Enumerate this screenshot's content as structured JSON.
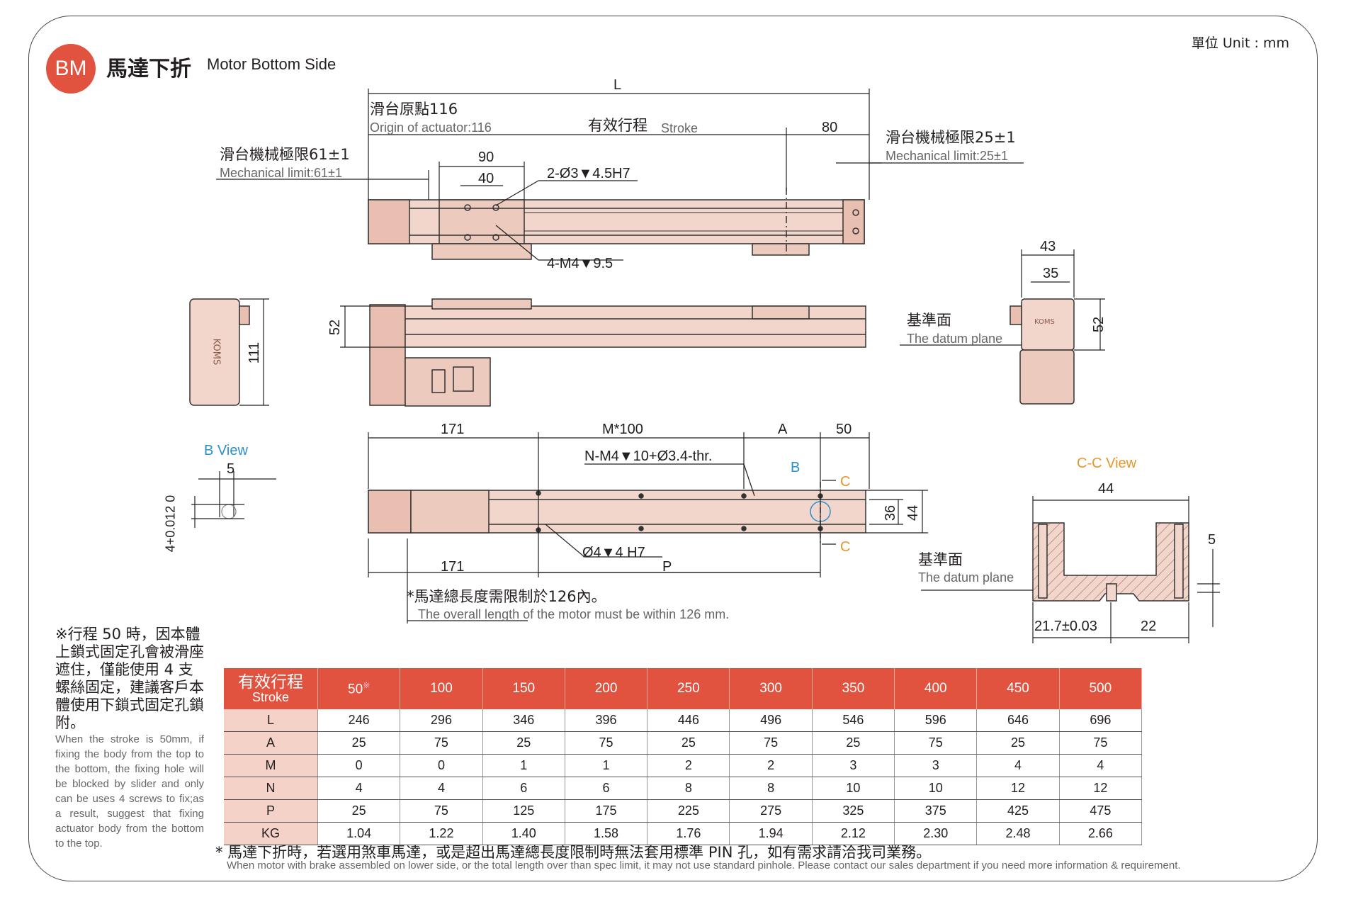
{
  "header": {
    "badge": "BM",
    "title_zh": "馬達下折",
    "title_en": "Motor Bottom Side",
    "unit": "單位 Unit : mm"
  },
  "labels": {
    "L": "L",
    "origin_zh": "滑台原點116",
    "origin_en": "Origin of actuator:116",
    "stroke_zh": "有效行程",
    "stroke_en": "Stroke",
    "d80": "80",
    "mech25_zh": "滑台機械極限25±1",
    "mech25_en": "Mechanical limit:25±1",
    "mech61_zh": "滑台機械極限61±1",
    "mech61_en": "Mechanical limit:61±1",
    "d90": "90",
    "d40": "40",
    "hole1": "2-Ø3▼4.5H7",
    "hole2": "4-M4▼9.5",
    "d43": "43",
    "d35": "35",
    "d52a": "52",
    "d52b": "52",
    "d111": "111",
    "datum_zh": "基準面",
    "datum_en": "The datum plane",
    "d171a": "171",
    "m100": "M*100",
    "A": "A",
    "d50": "50",
    "nhole": "N-M4▼10+Ø3.4-thr.",
    "B": "B",
    "C1": "C",
    "C2": "C",
    "bview": "B View",
    "d5a": "5",
    "tol": "4+0.012 0",
    "d36": "36",
    "d44a": "44",
    "pin": "Ø4▼4 H7",
    "d171b": "171",
    "P": "P",
    "motor_zh": "*馬達總長度需限制於126內。",
    "motor_en": "The overall length of the motor must be within 126 mm.",
    "ccview": "C-C View",
    "d44b": "44",
    "d5b": "5",
    "datum2_zh": "基準面",
    "datum2_en": "The datum plane",
    "d21": "21.7±0.03",
    "d22": "22",
    "koms": "KOMS"
  },
  "table": {
    "header_zh": "有效行程",
    "header_en": "Stroke",
    "strokes": [
      "50",
      "100",
      "150",
      "200",
      "250",
      "300",
      "350",
      "400",
      "450",
      "500"
    ],
    "mark": "※",
    "rows": [
      {
        "name": "L",
        "values": [
          "246",
          "296",
          "346",
          "396",
          "446",
          "496",
          "546",
          "596",
          "646",
          "696"
        ]
      },
      {
        "name": "A",
        "values": [
          "25",
          "75",
          "25",
          "75",
          "25",
          "75",
          "25",
          "75",
          "25",
          "75"
        ]
      },
      {
        "name": "M",
        "values": [
          "0",
          "0",
          "1",
          "1",
          "2",
          "2",
          "3",
          "3",
          "4",
          "4"
        ]
      },
      {
        "name": "N",
        "values": [
          "4",
          "4",
          "6",
          "6",
          "8",
          "8",
          "10",
          "10",
          "12",
          "12"
        ]
      },
      {
        "name": "P",
        "values": [
          "25",
          "75",
          "125",
          "175",
          "225",
          "275",
          "325",
          "375",
          "425",
          "475"
        ]
      },
      {
        "name": "KG",
        "values": [
          "1.04",
          "1.22",
          "1.40",
          "1.58",
          "1.76",
          "1.94",
          "2.12",
          "2.30",
          "2.48",
          "2.66"
        ]
      }
    ]
  },
  "notes": {
    "left_zh": "※行程 50 時，因本體上鎖式固定孔會被滑座遮住，僅能使用 4 支螺絲固定，建議客戶本體使用下鎖式固定孔鎖附。",
    "left_en": "When the stroke is 50mm, if fixing the body from the top to the bottom, the fixing hole will be blocked by slider and only can be uses 4 screws to fix;as a result, suggest that fixing actuator body from the bottom to the top.",
    "foot_zh": "* 馬達下折時，若選用煞車馬達，或是超出馬達總長度限制時無法套用標準 PIN 孔，如有需求請洽我司業務。",
    "foot_en": "When motor with brake assembled on lower side, or the total length over than spec limit, it may not use standard pinhole. Please contact our sales department if you need more information & requirement."
  },
  "colors": {
    "accent": "#e2533f",
    "body": "#f2d6cc",
    "body_dark": "#e8bfb1",
    "view_blue": "#2a8fcf",
    "view_orange": "#e8962b"
  }
}
